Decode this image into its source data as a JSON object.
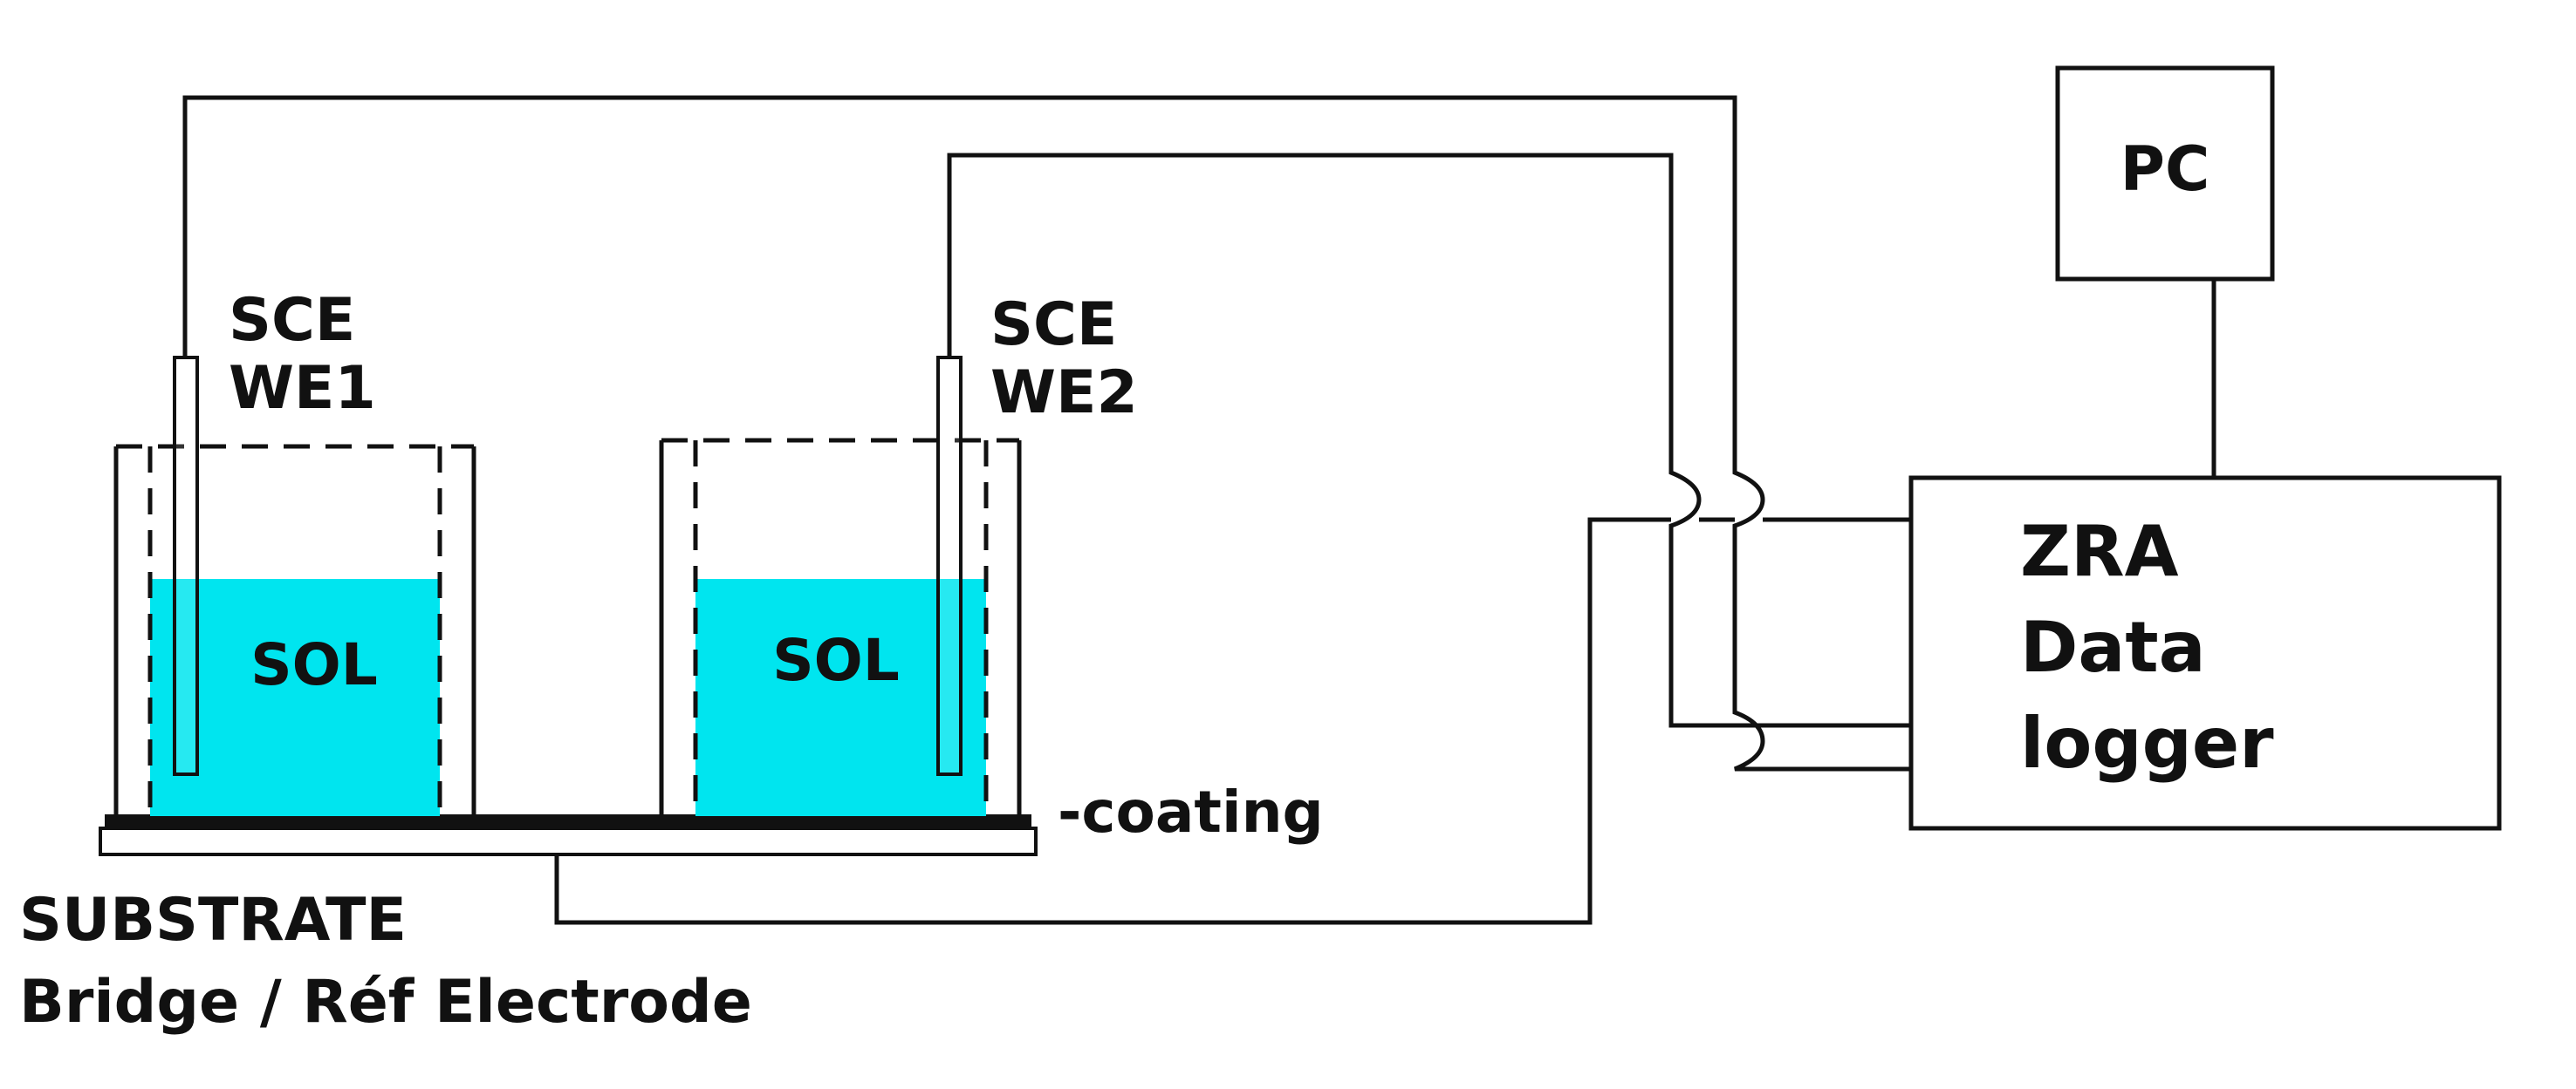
{
  "labels": {
    "cell1_electrode_line1": "SCE",
    "cell1_electrode_line2": "WE1",
    "cell2_electrode_line1": "SCE",
    "cell2_electrode_line2": "WE2",
    "cell1_solution": "SOL",
    "cell2_solution": "SOL",
    "coating": "-coating",
    "substrate_line1": "SUBSTRATE",
    "substrate_line2": "Bridge / Réf Electrode",
    "pc": "PC",
    "zra_line1": "ZRA",
    "zra_line2": "Data",
    "zra_line3": "logger"
  },
  "colors": {
    "solution": "#00e5ef",
    "line": "#111111",
    "background": "#ffffff"
  }
}
